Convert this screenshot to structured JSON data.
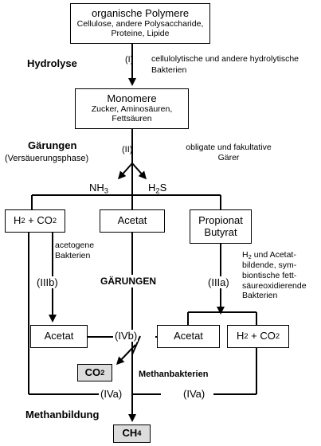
{
  "boxes": {
    "polymere": {
      "title": "organische Polymere",
      "detail": "Cellulose, andere Polysaccharide, Proteine, Lipide"
    },
    "monomere": {
      "title": "Monomere",
      "detail": "Zucker, Aminosäuren, Fettsäuren"
    },
    "h2co2_left": {
      "h": "H",
      "h_sub": "2",
      "mid": " + CO",
      "co_sub": "2"
    },
    "acetat_mid": "Acetat",
    "propionat": {
      "line1": "Propionat",
      "line2": "Butyrat"
    },
    "acetat_left": "Acetat",
    "acetat_right": "Acetat",
    "h2co2_right": {
      "h": "H",
      "h_sub": "2",
      "mid": " + CO",
      "co_sub": "2"
    },
    "co2": {
      "base": "CO",
      "sub": "2"
    },
    "ch4": {
      "base": "CH",
      "sub": "4"
    }
  },
  "labels": {
    "hydrolyse": "Hydrolyse",
    "step_i": "(I)",
    "bakterien_i": "cellulolytische und andere hydrolytische Bakterien",
    "gaerungen": "Gärungen",
    "versaeuerung": "(Versäuerungsphase)",
    "step_ii": "(II)",
    "gaerer": "obligate und fakultative Gärer",
    "nh3": {
      "base": "NH",
      "sub": "3"
    },
    "h2s": {
      "base": "H",
      "sub": "2",
      "rest": "S"
    },
    "acetogene": "acetogene Bakterien",
    "step_iiib": "(IIIb)",
    "gaerungen_caps": "GÄRUNGEN",
    "step_iiia": "(IIIa)",
    "h2_acetat_bildende": {
      "line1_base": "H",
      "line1_sub": "2",
      "line1_rest": " und Acetat-",
      "line2": "bildende, sym-",
      "line3": "biontische fett-",
      "line4": "säureoxidierende",
      "line5": "Bakterien"
    },
    "step_ivb": "(IVb)",
    "methanbakterien": "Methanbakterien",
    "step_iva_left": "(IVa)",
    "step_iva_right": "(IVa)",
    "methanbildung": "Methanbildung"
  },
  "colors": {
    "product_box": "#dcdcdc",
    "line": "#000000"
  }
}
